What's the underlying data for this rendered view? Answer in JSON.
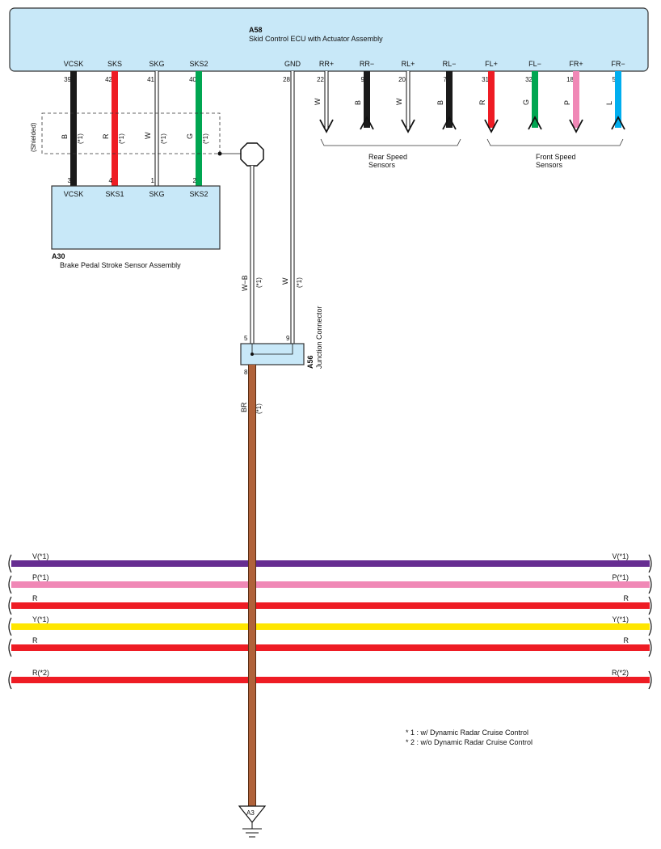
{
  "ecu": {
    "id": "A58",
    "name": "Skid Control ECU with Actuator Assembly",
    "terminals": [
      {
        "name": "VCSK",
        "pin": "39",
        "color": "#1a1a1a",
        "wire": "B",
        "wire_note": "(*1)"
      },
      {
        "name": "SKS",
        "pin": "42",
        "color": "#ee1c24",
        "wire": "R",
        "wire_note": "(*1)"
      },
      {
        "name": "SKG",
        "pin": "41",
        "color": "#ffffff",
        "wire": "W",
        "wire_note": "(*1)"
      },
      {
        "name": "SKS2",
        "pin": "40",
        "color": "#00a651",
        "wire": "G",
        "wire_note": "(*1)"
      },
      {
        "name": "GND",
        "pin": "28",
        "color": "#ffffff",
        "wire": "W",
        "wire_note": "(*1)"
      },
      {
        "name": "RR+",
        "pin": "22",
        "color": "#ffffff",
        "wire": "W"
      },
      {
        "name": "RR−",
        "pin": "9",
        "color": "#1a1a1a",
        "wire": "B"
      },
      {
        "name": "RL+",
        "pin": "20",
        "color": "#ffffff",
        "wire": "W"
      },
      {
        "name": "RL−",
        "pin": "7",
        "color": "#1a1a1a",
        "wire": "B"
      },
      {
        "name": "FL+",
        "pin": "31",
        "color": "#ee1c24",
        "wire": "R"
      },
      {
        "name": "FL−",
        "pin": "32",
        "color": "#00a651",
        "wire": "G"
      },
      {
        "name": "FR+",
        "pin": "18",
        "color": "#f088b6",
        "wire": "P"
      },
      {
        "name": "FR−",
        "pin": "5",
        "color": "#00aeef",
        "wire": "L"
      }
    ]
  },
  "sensor_groups": {
    "rear": "Rear Speed\nSensors",
    "front": "Front Speed\nSensors"
  },
  "shielded_label": "(Shielded)",
  "brake_sensor": {
    "id": "A30",
    "name": "Brake Pedal Stroke Sensor Assembly",
    "terminals": [
      {
        "name": "VCSK",
        "pin": "3"
      },
      {
        "name": "SKS1",
        "pin": "4"
      },
      {
        "name": "SKG",
        "pin": "1"
      },
      {
        "name": "SKS2",
        "pin": "2"
      }
    ]
  },
  "junction": {
    "id": "A56",
    "name": "Junction Connector",
    "pin_in_left": "5",
    "pin_in_right": "9",
    "pin_out": "8",
    "wire_left": "W−B",
    "wire_left_note": "(*1)",
    "wire_right": "W",
    "wire_right_note": "(*1)",
    "wire_out": "BR",
    "wire_out_note": "(*1)"
  },
  "ground": {
    "id": "A3"
  },
  "bus_lines": [
    {
      "label": "V(*1)",
      "color": "#662d91"
    },
    {
      "label": "P(*1)",
      "color": "#f088b6"
    },
    {
      "label": "R",
      "color": "#ee1c24"
    },
    {
      "label": "Y(*1)",
      "color": "#ffe600"
    },
    {
      "label": "R",
      "color": "#ee1c24"
    },
    {
      "label": "R(*2)",
      "color": "#ee1c24"
    }
  ],
  "notes": [
    "* 1 : w/ Dynamic Radar Cruise Control",
    "* 2 : w/o Dynamic Radar Cruise Control"
  ]
}
